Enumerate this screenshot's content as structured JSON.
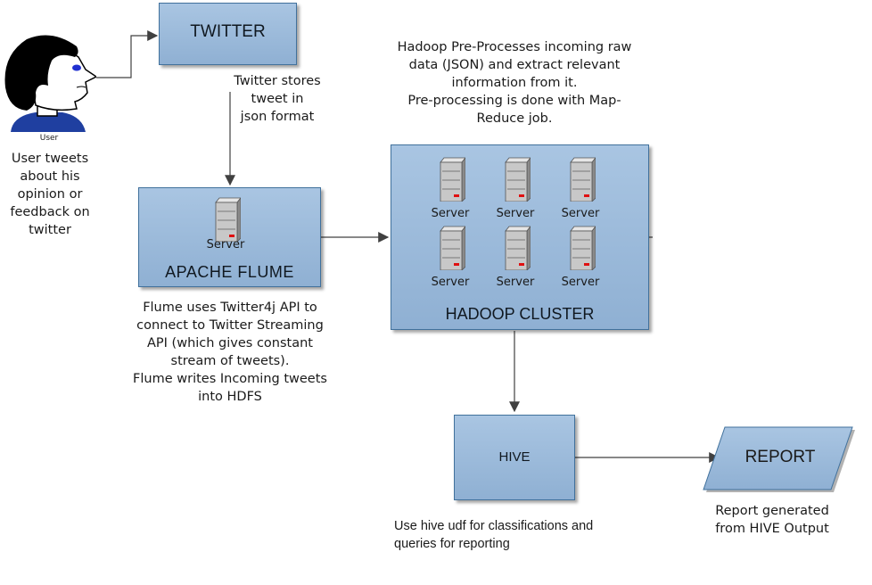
{
  "user": {
    "label": "User",
    "caption_lines": [
      "User tweets",
      "about his",
      "opinion or",
      "feedback on",
      "twitter"
    ]
  },
  "twitter": {
    "title": "TWITTER",
    "note_lines": [
      "Twitter stores",
      "tweet in",
      "json format"
    ]
  },
  "flume": {
    "title": "APACHE  FLUME",
    "server_label": "Server",
    "note_lines": [
      "Flume uses Twitter4j API to",
      "connect to Twitter Streaming",
      "API (which gives constant",
      "stream of tweets).",
      "Flume writes Incoming tweets",
      "into HDFS"
    ]
  },
  "hadoop": {
    "title": "HADOOP CLUSTER",
    "server_labels": [
      "Server",
      "Server",
      "Server",
      "Server",
      "Server",
      "Server"
    ],
    "note_lines": [
      "Hadoop Pre-Processes incoming raw",
      "data (JSON) and extract relevant",
      "information from it.",
      "Pre-processing is done with Map-",
      "Reduce job."
    ]
  },
  "hive": {
    "title": "HIVE",
    "note_lines": [
      "Use hive udf for classifications and",
      "queries for reporting"
    ]
  },
  "report": {
    "title": "REPORT",
    "note_lines": [
      "Report generated",
      "from HIVE Output"
    ]
  },
  "colors": {
    "box_fill": "#9dbcdc",
    "box_border": "#41719c",
    "connector": "#404040",
    "server_led": "#e01010"
  }
}
